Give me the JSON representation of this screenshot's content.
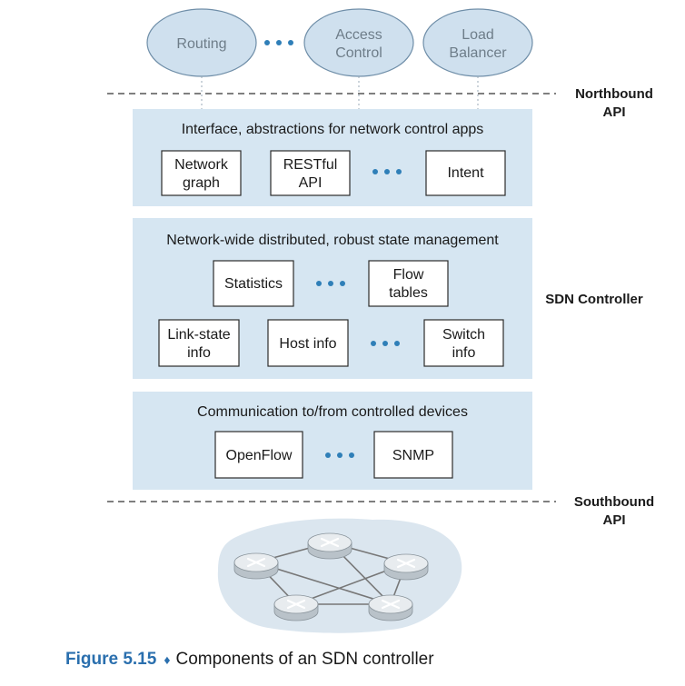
{
  "apps": [
    "Routing",
    "Access\nControl",
    "Load\nBalancer"
  ],
  "apps_ellipsis": "•••",
  "northbound_label": "Northbound\nAPI",
  "southbound_label": "Southbound\nAPI",
  "controller_label": "SDN Controller",
  "layers": {
    "interface": {
      "title": "Interface, abstractions for  network control apps",
      "boxes": [
        "Network\ngraph",
        "RESTful\nAPI",
        "Intent"
      ]
    },
    "state": {
      "title": "Network-wide distributed, robust state management",
      "boxes": [
        "Statistics",
        "Flow\ntables",
        "Link-state\ninfo",
        "Host info",
        "Switch\ninfo"
      ]
    },
    "communication": {
      "title": "Communication to/from controlled devices",
      "boxes": [
        "OpenFlow",
        "SNMP"
      ]
    }
  },
  "caption": {
    "label": "Figure 5.15",
    "bullet": "♦",
    "title": "Components of an SDN controller"
  },
  "colors": {
    "panel": "#d6e6f2",
    "ellipse": "#cfe0ee",
    "dots": "#2f7fb8",
    "caption_accent": "#2a6fae"
  }
}
